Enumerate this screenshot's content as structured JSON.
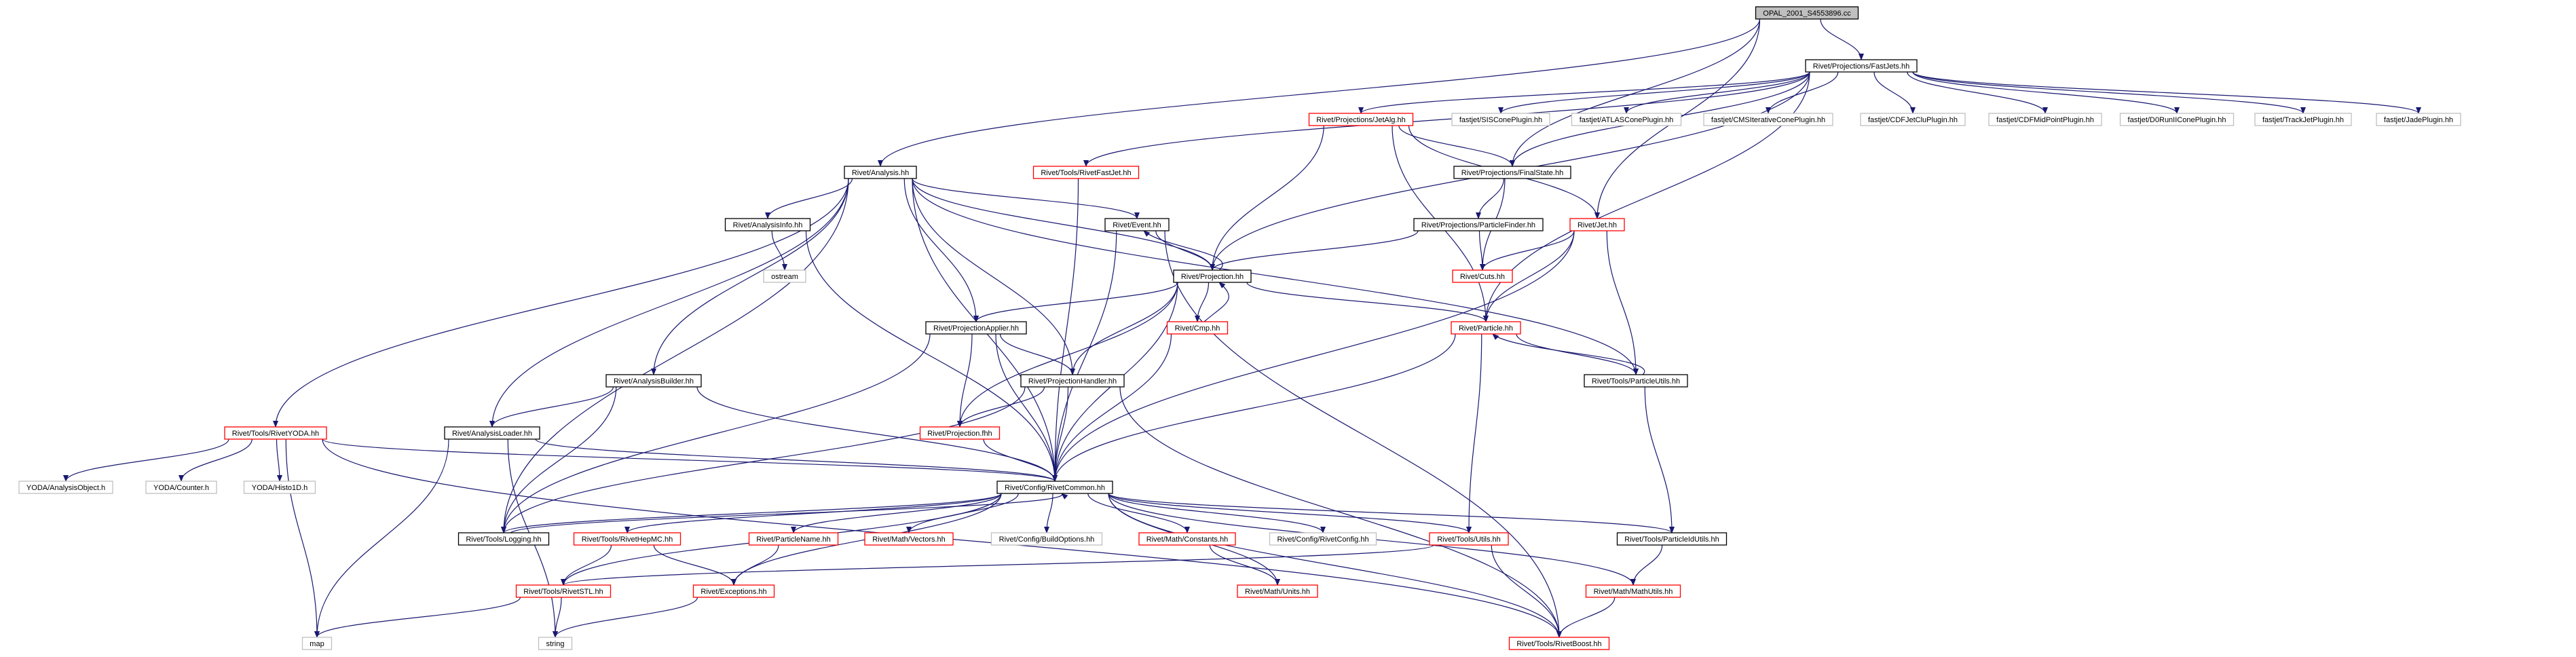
{
  "colors": {
    "edge": "#191970",
    "border_black": "#000000",
    "border_red": "#ff0000",
    "border_grey": "#bfbfbf",
    "root_fill": "#bfbfbf",
    "node_fill": "#ffffff"
  },
  "nodes": [
    {
      "id": "opal",
      "label": "OPAL_2001_S4553896.cc",
      "style": "root"
    },
    {
      "id": "fastjets",
      "label": "Rivet/Projections/FastJets.hh",
      "style": "black"
    },
    {
      "id": "jetalg",
      "label": "Rivet/Projections/JetAlg.hh",
      "style": "red"
    },
    {
      "id": "siscone",
      "label": "fastjet/SISConePlugin.hh",
      "style": "grey"
    },
    {
      "id": "atlascone",
      "label": "fastjet/ATLASConePlugin.hh",
      "style": "grey"
    },
    {
      "id": "cmsiter",
      "label": "fastjet/CMSIterativeConePlugin.hh",
      "style": "grey"
    },
    {
      "id": "cdfjetclu",
      "label": "fastjet/CDFJetCluPlugin.hh",
      "style": "grey"
    },
    {
      "id": "cdfmidpoint",
      "label": "fastjet/CDFMidPointPlugin.hh",
      "style": "grey"
    },
    {
      "id": "d0run2",
      "label": "fastjet/D0RunIIConePlugin.hh",
      "style": "grey"
    },
    {
      "id": "trackjet",
      "label": "fastjet/TrackJetPlugin.hh",
      "style": "grey"
    },
    {
      "id": "jade",
      "label": "fastjet/JadePlugin.hh",
      "style": "grey"
    },
    {
      "id": "analysis",
      "label": "Rivet/Analysis.hh",
      "style": "black"
    },
    {
      "id": "rivetfastjet",
      "label": "Rivet/Tools/RivetFastJet.hh",
      "style": "red"
    },
    {
      "id": "finalstate",
      "label": "Rivet/Projections/FinalState.hh",
      "style": "black"
    },
    {
      "id": "analysisinfo",
      "label": "Rivet/AnalysisInfo.hh",
      "style": "black"
    },
    {
      "id": "event",
      "label": "Rivet/Event.hh",
      "style": "black"
    },
    {
      "id": "particlefinder",
      "label": "Rivet/Projections/ParticleFinder.hh",
      "style": "black"
    },
    {
      "id": "jet",
      "label": "Rivet/Jet.hh",
      "style": "red"
    },
    {
      "id": "ostream",
      "label": "ostream",
      "style": "grey"
    },
    {
      "id": "projection",
      "label": "Rivet/Projection.hh",
      "style": "black"
    },
    {
      "id": "cuts",
      "label": "Rivet/Cuts.hh",
      "style": "red"
    },
    {
      "id": "cmp",
      "label": "Rivet/Cmp.hh",
      "style": "red"
    },
    {
      "id": "projapplier",
      "label": "Rivet/ProjectionApplier.hh",
      "style": "black"
    },
    {
      "id": "particle",
      "label": "Rivet/Particle.hh",
      "style": "red"
    },
    {
      "id": "analysisbuilder",
      "label": "Rivet/AnalysisBuilder.hh",
      "style": "black"
    },
    {
      "id": "projhandler",
      "label": "Rivet/ProjectionHandler.hh",
      "style": "black"
    },
    {
      "id": "particleutils",
      "label": "Rivet/Tools/ParticleUtils.hh",
      "style": "black"
    },
    {
      "id": "rivetyoda",
      "label": "Rivet/Tools/RivetYODA.hh",
      "style": "red"
    },
    {
      "id": "analysisloader",
      "label": "Rivet/AnalysisLoader.hh",
      "style": "black"
    },
    {
      "id": "projectionfhh",
      "label": "Rivet/Projection.fhh",
      "style": "red"
    },
    {
      "id": "yodaao",
      "label": "YODA/AnalysisObject.h",
      "style": "grey"
    },
    {
      "id": "yodacounter",
      "label": "YODA/Counter.h",
      "style": "grey"
    },
    {
      "id": "yodahisto",
      "label": "YODA/Histo1D.h",
      "style": "grey"
    },
    {
      "id": "rivetcommon",
      "label": "Rivet/Config/RivetCommon.hh",
      "style": "black"
    },
    {
      "id": "logging",
      "label": "Rivet/Tools/Logging.hh",
      "style": "black"
    },
    {
      "id": "rivethepmc",
      "label": "Rivet/Tools/RivetHepMC.hh",
      "style": "red"
    },
    {
      "id": "particlename",
      "label": "Rivet/ParticleName.hh",
      "style": "red"
    },
    {
      "id": "mathvectors",
      "label": "Rivet/Math/Vectors.hh",
      "style": "red"
    },
    {
      "id": "buildoptions",
      "label": "Rivet/Config/BuildOptions.hh",
      "style": "grey"
    },
    {
      "id": "mathconstants",
      "label": "Rivet/Math/Constants.hh",
      "style": "red"
    },
    {
      "id": "rivetconfig",
      "label": "Rivet/Config/RivetConfig.hh",
      "style": "grey"
    },
    {
      "id": "toolsutils",
      "label": "Rivet/Tools/Utils.hh",
      "style": "red"
    },
    {
      "id": "particleidutils",
      "label": "Rivet/Tools/ParticleIdUtils.hh",
      "style": "black"
    },
    {
      "id": "rivetstl",
      "label": "Rivet/Tools/RivetSTL.hh",
      "style": "red"
    },
    {
      "id": "exceptions",
      "label": "Rivet/Exceptions.hh",
      "style": "red"
    },
    {
      "id": "mathunits",
      "label": "Rivet/Math/Units.hh",
      "style": "red"
    },
    {
      "id": "mathutils",
      "label": "Rivet/Math/MathUtils.hh",
      "style": "red"
    },
    {
      "id": "map",
      "label": "map",
      "style": "grey"
    },
    {
      "id": "string",
      "label": "string",
      "style": "grey"
    },
    {
      "id": "rivetboost",
      "label": "Rivet/Tools/RivetBoost.hh",
      "style": "red"
    }
  ],
  "edges": [
    [
      "opal",
      "fastjets"
    ],
    [
      "opal",
      "analysis"
    ],
    [
      "opal",
      "finalstate"
    ],
    [
      "opal",
      "jet"
    ],
    [
      "fastjets",
      "jetalg"
    ],
    [
      "fastjets",
      "siscone"
    ],
    [
      "fastjets",
      "atlascone"
    ],
    [
      "fastjets",
      "cmsiter"
    ],
    [
      "fastjets",
      "cdfjetclu"
    ],
    [
      "fastjets",
      "cdfmidpoint"
    ],
    [
      "fastjets",
      "d0run2"
    ],
    [
      "fastjets",
      "trackjet"
    ],
    [
      "fastjets",
      "jade"
    ],
    [
      "fastjets",
      "rivetfastjet"
    ],
    [
      "fastjets",
      "finalstate"
    ],
    [
      "fastjets",
      "projection"
    ],
    [
      "fastjets",
      "particle"
    ],
    [
      "jetalg",
      "finalstate"
    ],
    [
      "jetalg",
      "jet"
    ],
    [
      "jetalg",
      "projection"
    ],
    [
      "jetalg",
      "particle"
    ],
    [
      "analysis",
      "analysisinfo"
    ],
    [
      "analysis",
      "event"
    ],
    [
      "analysis",
      "projection"
    ],
    [
      "analysis",
      "projapplier"
    ],
    [
      "analysis",
      "analysisbuilder"
    ],
    [
      "analysis",
      "projhandler"
    ],
    [
      "analysis",
      "rivetyoda"
    ],
    [
      "analysis",
      "analysisloader"
    ],
    [
      "analysis",
      "rivetcommon"
    ],
    [
      "analysis",
      "logging"
    ],
    [
      "analysis",
      "particleutils"
    ],
    [
      "rivetfastjet",
      "rivetcommon"
    ],
    [
      "finalstate",
      "particlefinder"
    ],
    [
      "finalstate",
      "cuts"
    ],
    [
      "particlefinder",
      "projection"
    ],
    [
      "particlefinder",
      "cuts"
    ],
    [
      "analysisinfo",
      "ostream"
    ],
    [
      "analysisinfo",
      "rivetcommon"
    ],
    [
      "event",
      "projection"
    ],
    [
      "event",
      "rivetcommon"
    ],
    [
      "event",
      "rivetboost"
    ],
    [
      "jet",
      "cuts"
    ],
    [
      "jet",
      "particle"
    ],
    [
      "jet",
      "particleutils"
    ],
    [
      "jet",
      "rivetcommon"
    ],
    [
      "projection",
      "event"
    ],
    [
      "projection",
      "cmp"
    ],
    [
      "projection",
      "projapplier"
    ],
    [
      "projection",
      "projhandler"
    ],
    [
      "projection",
      "particle"
    ],
    [
      "projection",
      "projectionfhh"
    ],
    [
      "projection",
      "rivetcommon"
    ],
    [
      "cmp",
      "projection"
    ],
    [
      "cmp",
      "rivetcommon"
    ],
    [
      "projapplier",
      "projhandler"
    ],
    [
      "projapplier",
      "projectionfhh"
    ],
    [
      "projapplier",
      "rivetcommon"
    ],
    [
      "projapplier",
      "logging"
    ],
    [
      "particle",
      "particleutils"
    ],
    [
      "particle",
      "rivetcommon"
    ],
    [
      "particle",
      "toolsutils"
    ],
    [
      "particleutils",
      "particle"
    ],
    [
      "particleutils",
      "particleidutils"
    ],
    [
      "analysisbuilder",
      "analysisloader"
    ],
    [
      "analysisbuilder",
      "rivetcommon"
    ],
    [
      "analysisbuilder",
      "logging"
    ],
    [
      "projhandler",
      "projectionfhh"
    ],
    [
      "projhandler",
      "rivetcommon"
    ],
    [
      "projhandler",
      "logging"
    ],
    [
      "projhandler",
      "rivetboost"
    ],
    [
      "rivetyoda",
      "yodaao"
    ],
    [
      "rivetyoda",
      "yodacounter"
    ],
    [
      "rivetyoda",
      "yodahisto"
    ],
    [
      "rivetyoda",
      "rivetcommon"
    ],
    [
      "rivetyoda",
      "map"
    ],
    [
      "rivetyoda",
      "rivetboost"
    ],
    [
      "analysisloader",
      "rivetcommon"
    ],
    [
      "analysisloader",
      "map"
    ],
    [
      "analysisloader",
      "string"
    ],
    [
      "projectionfhh",
      "rivetcommon"
    ],
    [
      "rivetcommon",
      "logging"
    ],
    [
      "rivetcommon",
      "rivethepmc"
    ],
    [
      "rivetcommon",
      "particlename"
    ],
    [
      "rivetcommon",
      "mathvectors"
    ],
    [
      "rivetcommon",
      "buildoptions"
    ],
    [
      "rivetcommon",
      "mathconstants"
    ],
    [
      "rivetcommon",
      "rivetconfig"
    ],
    [
      "rivetcommon",
      "toolsutils"
    ],
    [
      "rivetcommon",
      "particleidutils"
    ],
    [
      "rivetcommon",
      "rivetstl"
    ],
    [
      "rivetcommon",
      "exceptions"
    ],
    [
      "rivetcommon",
      "mathunits"
    ],
    [
      "rivetcommon",
      "mathutils"
    ],
    [
      "rivetcommon",
      "rivetboost"
    ],
    [
      "logging",
      "rivetcommon"
    ],
    [
      "rivethepmc",
      "rivetstl"
    ],
    [
      "rivethepmc",
      "exceptions"
    ],
    [
      "particlename",
      "exceptions"
    ],
    [
      "mathconstants",
      "mathunits"
    ],
    [
      "toolsutils",
      "rivetstl"
    ],
    [
      "toolsutils",
      "rivetboost"
    ],
    [
      "particleidutils",
      "mathutils"
    ],
    [
      "rivetstl",
      "map"
    ],
    [
      "rivetstl",
      "string"
    ],
    [
      "exceptions",
      "string"
    ],
    [
      "mathutils",
      "rivetboost"
    ]
  ]
}
